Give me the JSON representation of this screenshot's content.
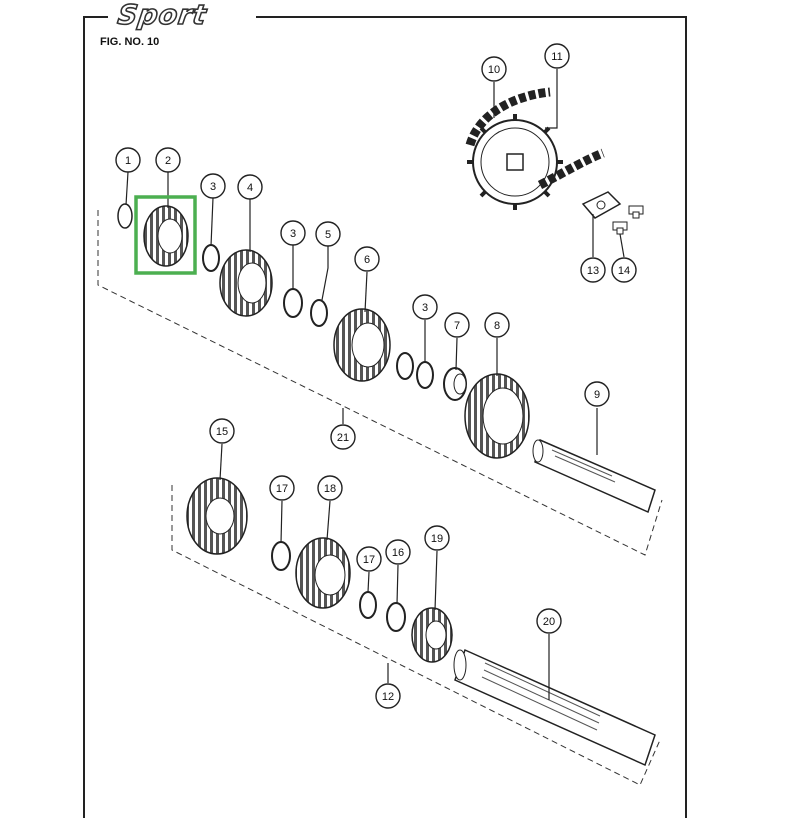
{
  "brand": "Sport",
  "figure_label": "FIG. NO. 10",
  "highlight_color": "#4caf50",
  "parts": {
    "p1": "1",
    "p2": "2",
    "p3a": "3",
    "p4": "4",
    "p3b": "3",
    "p5": "5",
    "p6": "6",
    "p3c": "3",
    "p7": "7",
    "p8": "8",
    "p9": "9",
    "p10": "10",
    "p11": "11",
    "p13": "13",
    "p14": "14",
    "p21": "21",
    "p15": "15",
    "p17a": "17",
    "p18": "18",
    "p17b": "17",
    "p16": "16",
    "p19": "19",
    "p20": "20",
    "p12": "12"
  }
}
